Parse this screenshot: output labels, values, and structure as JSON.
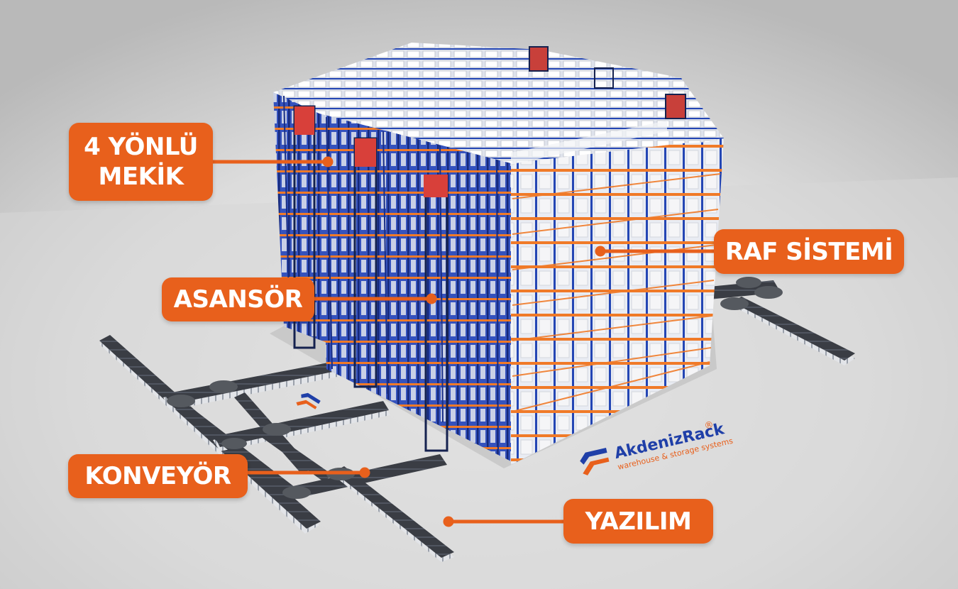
{
  "callouts": {
    "shuttle_line1": "4 YÖNLÜ",
    "shuttle_line2": "MEKİK",
    "lift": "ASANSÖR",
    "rack": "RAF SİSTEMİ",
    "conveyor": "KONVEYÖR",
    "software": "YAZILIM"
  },
  "brand": {
    "name": "AkdenizRack",
    "registered": "®",
    "tagline": "warehouse & storage systems"
  },
  "colors": {
    "callout": "#e8601c",
    "rack_blue": "#1f3fa8",
    "beam_orange": "#f07a28",
    "floor": "#d6d6d6",
    "conveyor": "#3a3d44"
  },
  "icons": [
    "akdenizrack-logo-icon"
  ]
}
